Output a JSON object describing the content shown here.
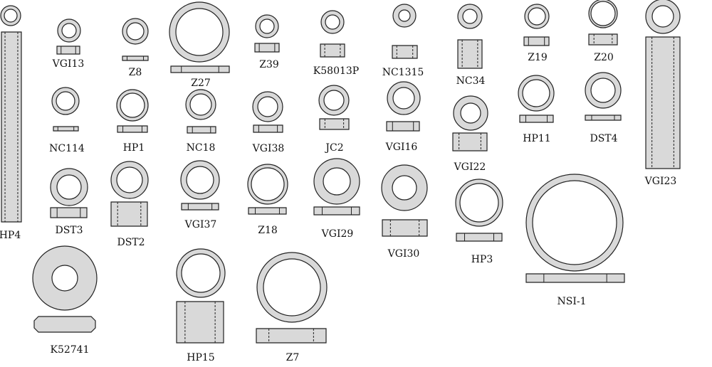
{
  "fill_color": "#d9d9d9",
  "stroke_color": "#222222",
  "parts": [
    {
      "id": "HP4",
      "label": "HP4"
    },
    {
      "id": "VGI13",
      "label": "VGI13"
    },
    {
      "id": "Z8",
      "label": "Z8"
    },
    {
      "id": "Z27",
      "label": "Z27"
    },
    {
      "id": "Z39",
      "label": "Z39"
    },
    {
      "id": "K58013P",
      "label": "K58013P"
    },
    {
      "id": "NC1315",
      "label": "NC1315"
    },
    {
      "id": "NC34",
      "label": "NC34"
    },
    {
      "id": "Z19",
      "label": "Z19"
    },
    {
      "id": "Z20",
      "label": "Z20"
    },
    {
      "id": "VGI23",
      "label": "VGI23"
    },
    {
      "id": "NC114",
      "label": "NC114"
    },
    {
      "id": "HP1",
      "label": "HP1"
    },
    {
      "id": "NC18",
      "label": "NC18"
    },
    {
      "id": "VGI38",
      "label": "VGI38"
    },
    {
      "id": "JC2",
      "label": "JC2"
    },
    {
      "id": "VGI16",
      "label": "VGI16"
    },
    {
      "id": "VGI22",
      "label": "VGI22"
    },
    {
      "id": "HP11",
      "label": "HP11"
    },
    {
      "id": "DST4",
      "label": "DST4"
    },
    {
      "id": "DST3",
      "label": "DST3"
    },
    {
      "id": "DST2",
      "label": "DST2"
    },
    {
      "id": "VGI37",
      "label": "VGI37"
    },
    {
      "id": "Z18",
      "label": "Z18"
    },
    {
      "id": "VGI29",
      "label": "VGI29"
    },
    {
      "id": "VGI30",
      "label": "VGI30"
    },
    {
      "id": "HP3",
      "label": "HP3"
    },
    {
      "id": "NSI-1",
      "label": "NSI-1"
    },
    {
      "id": "K52741",
      "label": "K52741"
    },
    {
      "id": "HP15",
      "label": "HP15"
    },
    {
      "id": "Z7",
      "label": "Z7"
    }
  ]
}
